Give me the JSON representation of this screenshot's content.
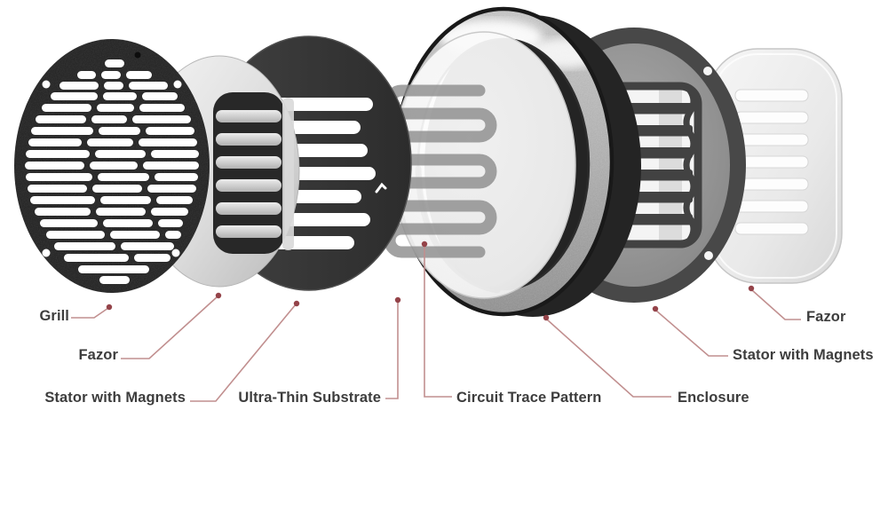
{
  "diagram": {
    "description": "Exploded view of planar magnetic driver",
    "background": "#ffffff",
    "palette": {
      "label_text": "#3d3d3d",
      "leader_line": "#c18f8f",
      "leader_dot": "#944349",
      "grill_dark": "#212121",
      "stator_front_dark": "#363636",
      "stator_rear_gray": "#8d8d8d",
      "stator_rear_rim": "#484848",
      "metal_ring_face": "#b3b3b3",
      "trace_gray": "#8d8d8d",
      "fazor_light": "#e8e8e8"
    },
    "labels": [
      {
        "id": "grill",
        "text": "Grill"
      },
      {
        "id": "fazor-front",
        "text": "Fazor"
      },
      {
        "id": "stator-front",
        "text": "Stator with Magnets"
      },
      {
        "id": "substrate",
        "text": "Ultra-Thin Substrate"
      },
      {
        "id": "circuit-trace",
        "text": "Circuit Trace Pattern"
      },
      {
        "id": "enclosure",
        "text": "Enclosure"
      },
      {
        "id": "stator-rear",
        "text": "Stator with Magnets"
      },
      {
        "id": "fazor-rear",
        "text": "Fazor"
      }
    ]
  }
}
